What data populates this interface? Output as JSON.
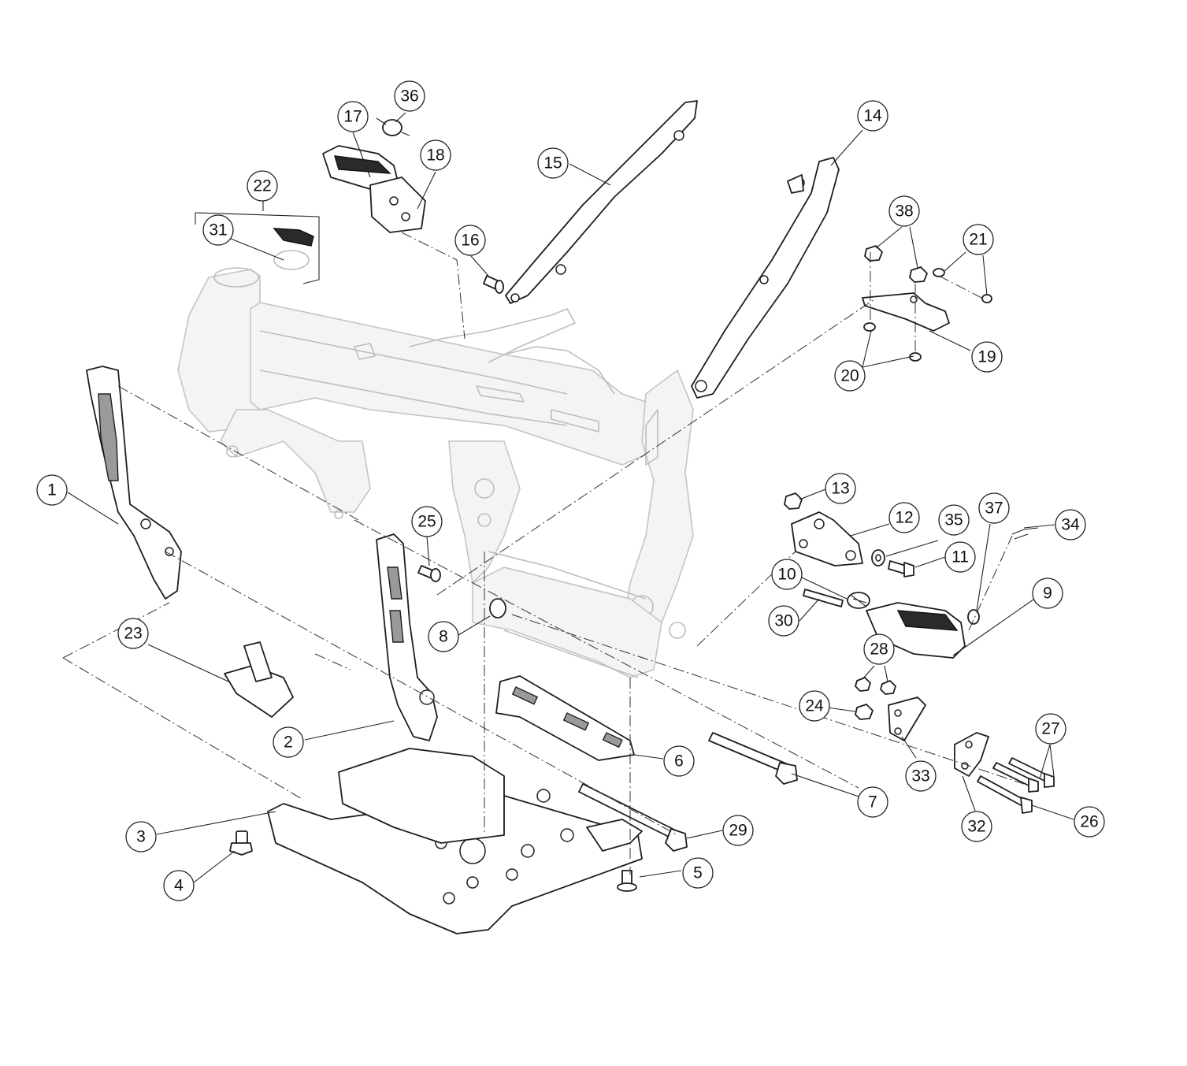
{
  "diagram": {
    "type": "exploded-parts-diagram",
    "colors": {
      "line": "#1e1e1e",
      "ghost_frame": "#bdbdbd",
      "background": "#ffffff"
    },
    "callouts": [
      {
        "label": "1"
      },
      {
        "label": "2"
      },
      {
        "label": "3"
      },
      {
        "label": "4"
      },
      {
        "label": "5"
      },
      {
        "label": "6"
      },
      {
        "label": "7"
      },
      {
        "label": "8"
      },
      {
        "label": "9"
      },
      {
        "label": "10"
      },
      {
        "label": "11"
      },
      {
        "label": "12"
      },
      {
        "label": "13"
      },
      {
        "label": "14"
      },
      {
        "label": "15"
      },
      {
        "label": "16"
      },
      {
        "label": "17"
      },
      {
        "label": "18"
      },
      {
        "label": "19"
      },
      {
        "label": "20"
      },
      {
        "label": "21"
      },
      {
        "label": "22"
      },
      {
        "label": "23"
      },
      {
        "label": "24"
      },
      {
        "label": "25"
      },
      {
        "label": "26"
      },
      {
        "label": "27"
      },
      {
        "label": "28"
      },
      {
        "label": "29"
      },
      {
        "label": "30"
      },
      {
        "label": "31"
      },
      {
        "label": "32"
      },
      {
        "label": "33"
      },
      {
        "label": "34"
      },
      {
        "label": "35"
      },
      {
        "label": "36"
      },
      {
        "label": "37"
      },
      {
        "label": "38"
      }
    ]
  }
}
